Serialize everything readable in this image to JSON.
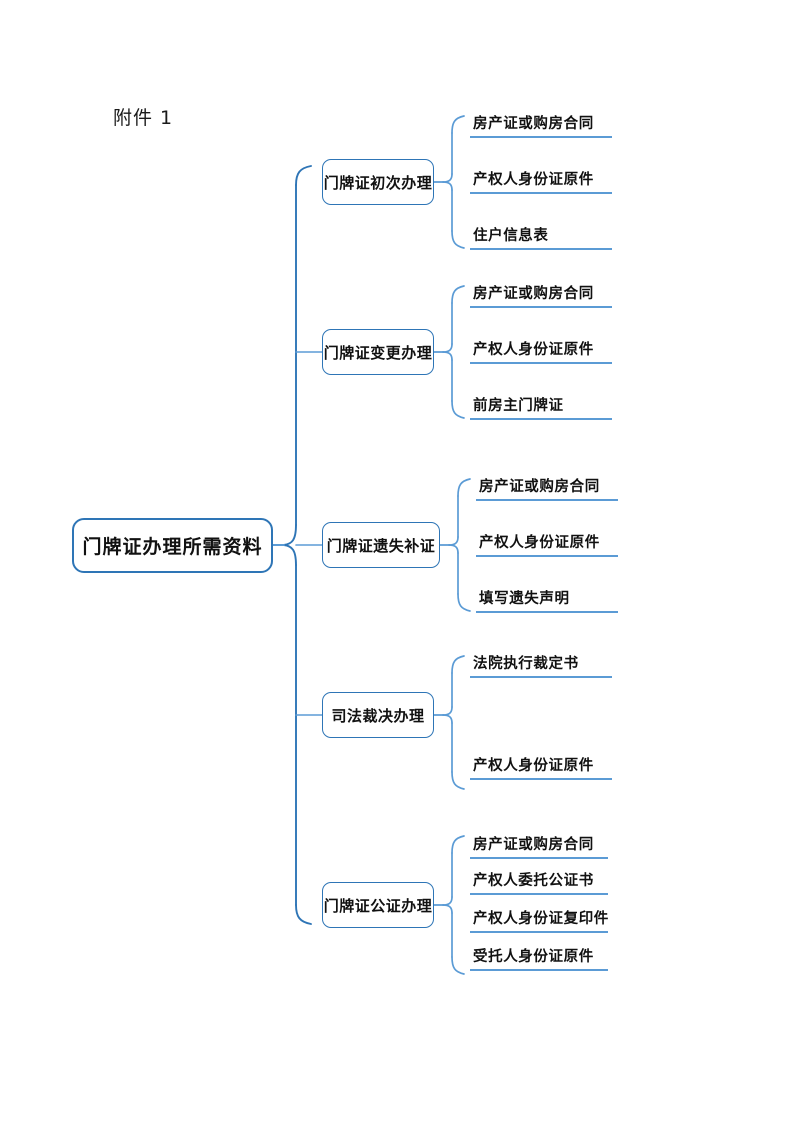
{
  "page": {
    "title_label": "附件 1",
    "background": "#ffffff"
  },
  "colors": {
    "node_border": "#2E75B6",
    "connector": "#2E75B6",
    "leaf_rule": "#5B9BD5",
    "text": "#111111"
  },
  "mindmap": {
    "root": {
      "label": "门牌证办理所需资料"
    },
    "branches": [
      {
        "label": "门牌证初次办理",
        "leaves": [
          {
            "label": "房产证或购房合同"
          },
          {
            "label": "产权人身份证原件"
          },
          {
            "label": "住户信息表"
          }
        ]
      },
      {
        "label": "门牌证变更办理",
        "leaves": [
          {
            "label": "房产证或购房合同"
          },
          {
            "label": "产权人身份证原件"
          },
          {
            "label": "前房主门牌证"
          }
        ]
      },
      {
        "label": "门牌证遗失补证",
        "leaves": [
          {
            "label": "房产证或购房合同"
          },
          {
            "label": "产权人身份证原件"
          },
          {
            "label": "填写遗失声明"
          }
        ]
      },
      {
        "label": "司法裁决办理",
        "leaves": [
          {
            "label": "法院执行裁定书"
          },
          {
            "label": "产权人身份证原件"
          }
        ]
      },
      {
        "label": "门牌证公证办理",
        "leaves": [
          {
            "label": "房产证或购房合同"
          },
          {
            "label": "产权人委托公证书"
          },
          {
            "label": "产权人身份证复印件"
          },
          {
            "label": "受托人身份证原件"
          }
        ]
      }
    ]
  }
}
